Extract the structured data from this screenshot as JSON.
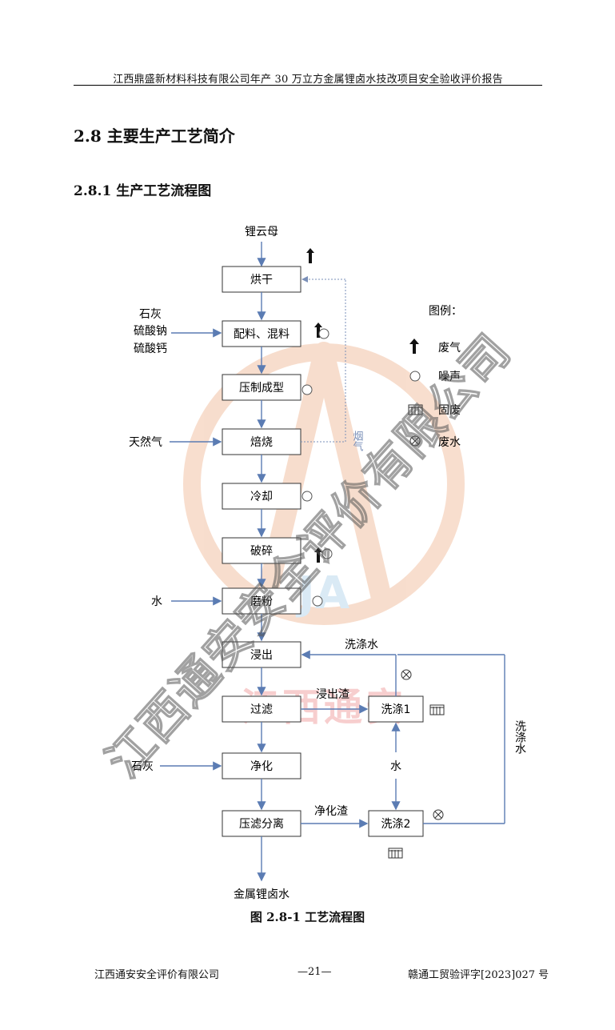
{
  "header": {
    "title": "江西鼎盛新材料科技有限公司年产 30 万立方金属锂卤水技改项目安全验收评价报告"
  },
  "section": {
    "number": "2.8",
    "title": "主要生产工艺简介",
    "full": "2.8 主要生产工艺简介"
  },
  "subsection": {
    "full": "2.8.1 生产工艺流程图"
  },
  "flow": {
    "input_top": "锂云母",
    "output_bottom": "金属锂卤水",
    "steps": [
      "烘干",
      "配料、混料",
      "压制成型",
      "焙烧",
      "冷却",
      "破碎",
      "磨粉",
      "浸出",
      "过滤",
      "净化",
      "压滤分离"
    ],
    "side_inputs": {
      "mix_1": "石灰",
      "mix_2": "硫酸钠",
      "mix_3": "硫酸钙",
      "roast": "天然气",
      "grind": "水",
      "purify": "石灰"
    },
    "recycle_label": "烟气",
    "wash1": "洗涤1",
    "wash2": "洗涤2",
    "leach_residue": "浸出渣",
    "purify_residue": "净化渣",
    "wash_water_top": "洗涤水",
    "wash_water_side": "洗涤水",
    "water_mid": "水"
  },
  "legend": {
    "title": "图例：",
    "items": [
      {
        "icon": "exhaust-gas-arrow",
        "label": "废气"
      },
      {
        "icon": "noise-circle",
        "label": "噪声"
      },
      {
        "icon": "solid-waste-box",
        "label": "固废"
      },
      {
        "icon": "waste-water-cross",
        "label": "废水"
      }
    ]
  },
  "watermark": {
    "text": "江西通安安全评价有限公司",
    "logo_text": "江西通安",
    "logo_letters": "JA"
  },
  "caption": "图 2.8-1  工艺流程图",
  "footer": {
    "left": "江西通安安全评价有限公司",
    "center": "—21—",
    "right": "赣通工贸验评字[2023]027 号"
  }
}
